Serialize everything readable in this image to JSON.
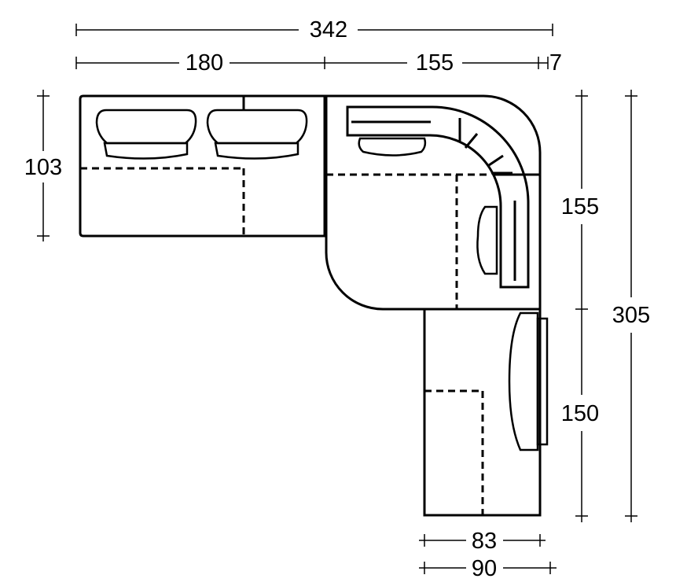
{
  "title": "Corner sofa dimension plan",
  "units": "cm",
  "colors": {
    "line": "#000000",
    "background": "#ffffff"
  },
  "dimensions": {
    "overall_width": "342",
    "left_section_width": "180",
    "corner_section_width": "155",
    "arm_overhang": "7",
    "left_section_depth": "103",
    "corner_section_depth": "155",
    "overall_depth": "305",
    "chaise_length": "150",
    "chaise_seat_width": "83",
    "chaise_total_width": "90"
  }
}
